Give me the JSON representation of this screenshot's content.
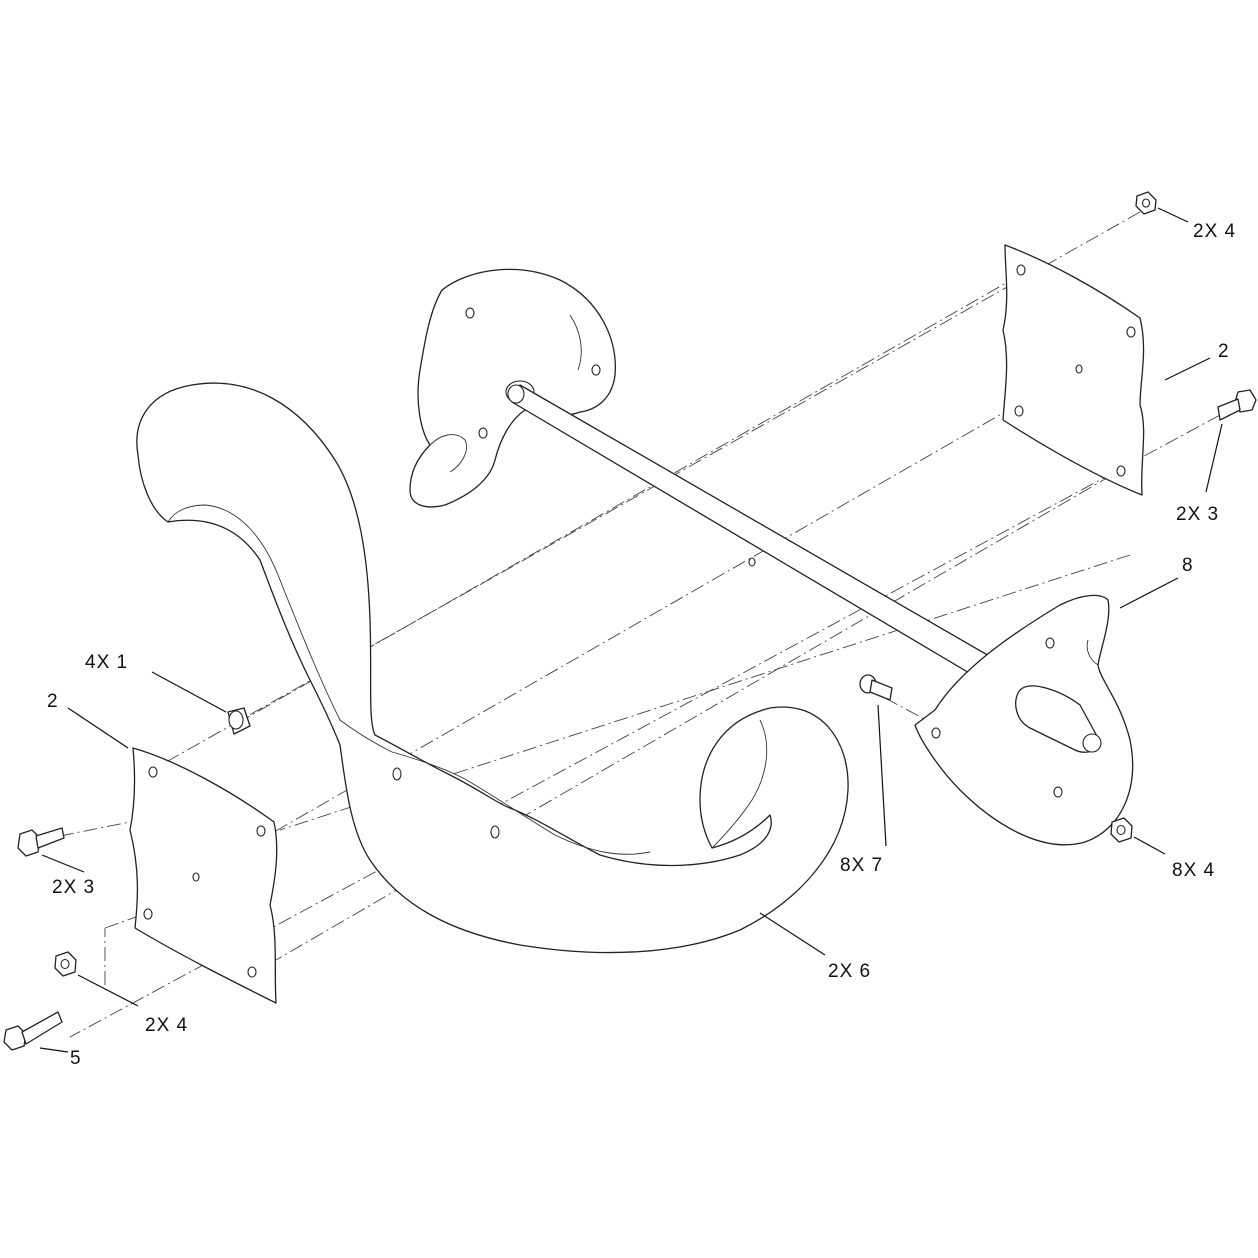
{
  "diagram": {
    "labels": {
      "top_right_nut": "2X 4",
      "right_plate": "2",
      "right_bolt": "2X 3",
      "right_hub_assembly": "8",
      "spacer": "4X 1",
      "left_plate": "2",
      "left_bolt": "2X 3",
      "left_nut": "2X 4",
      "long_bolt": "5",
      "auger_blade": "2X 6",
      "rivet": "8X 7",
      "hub_nut": "8X 4"
    }
  }
}
